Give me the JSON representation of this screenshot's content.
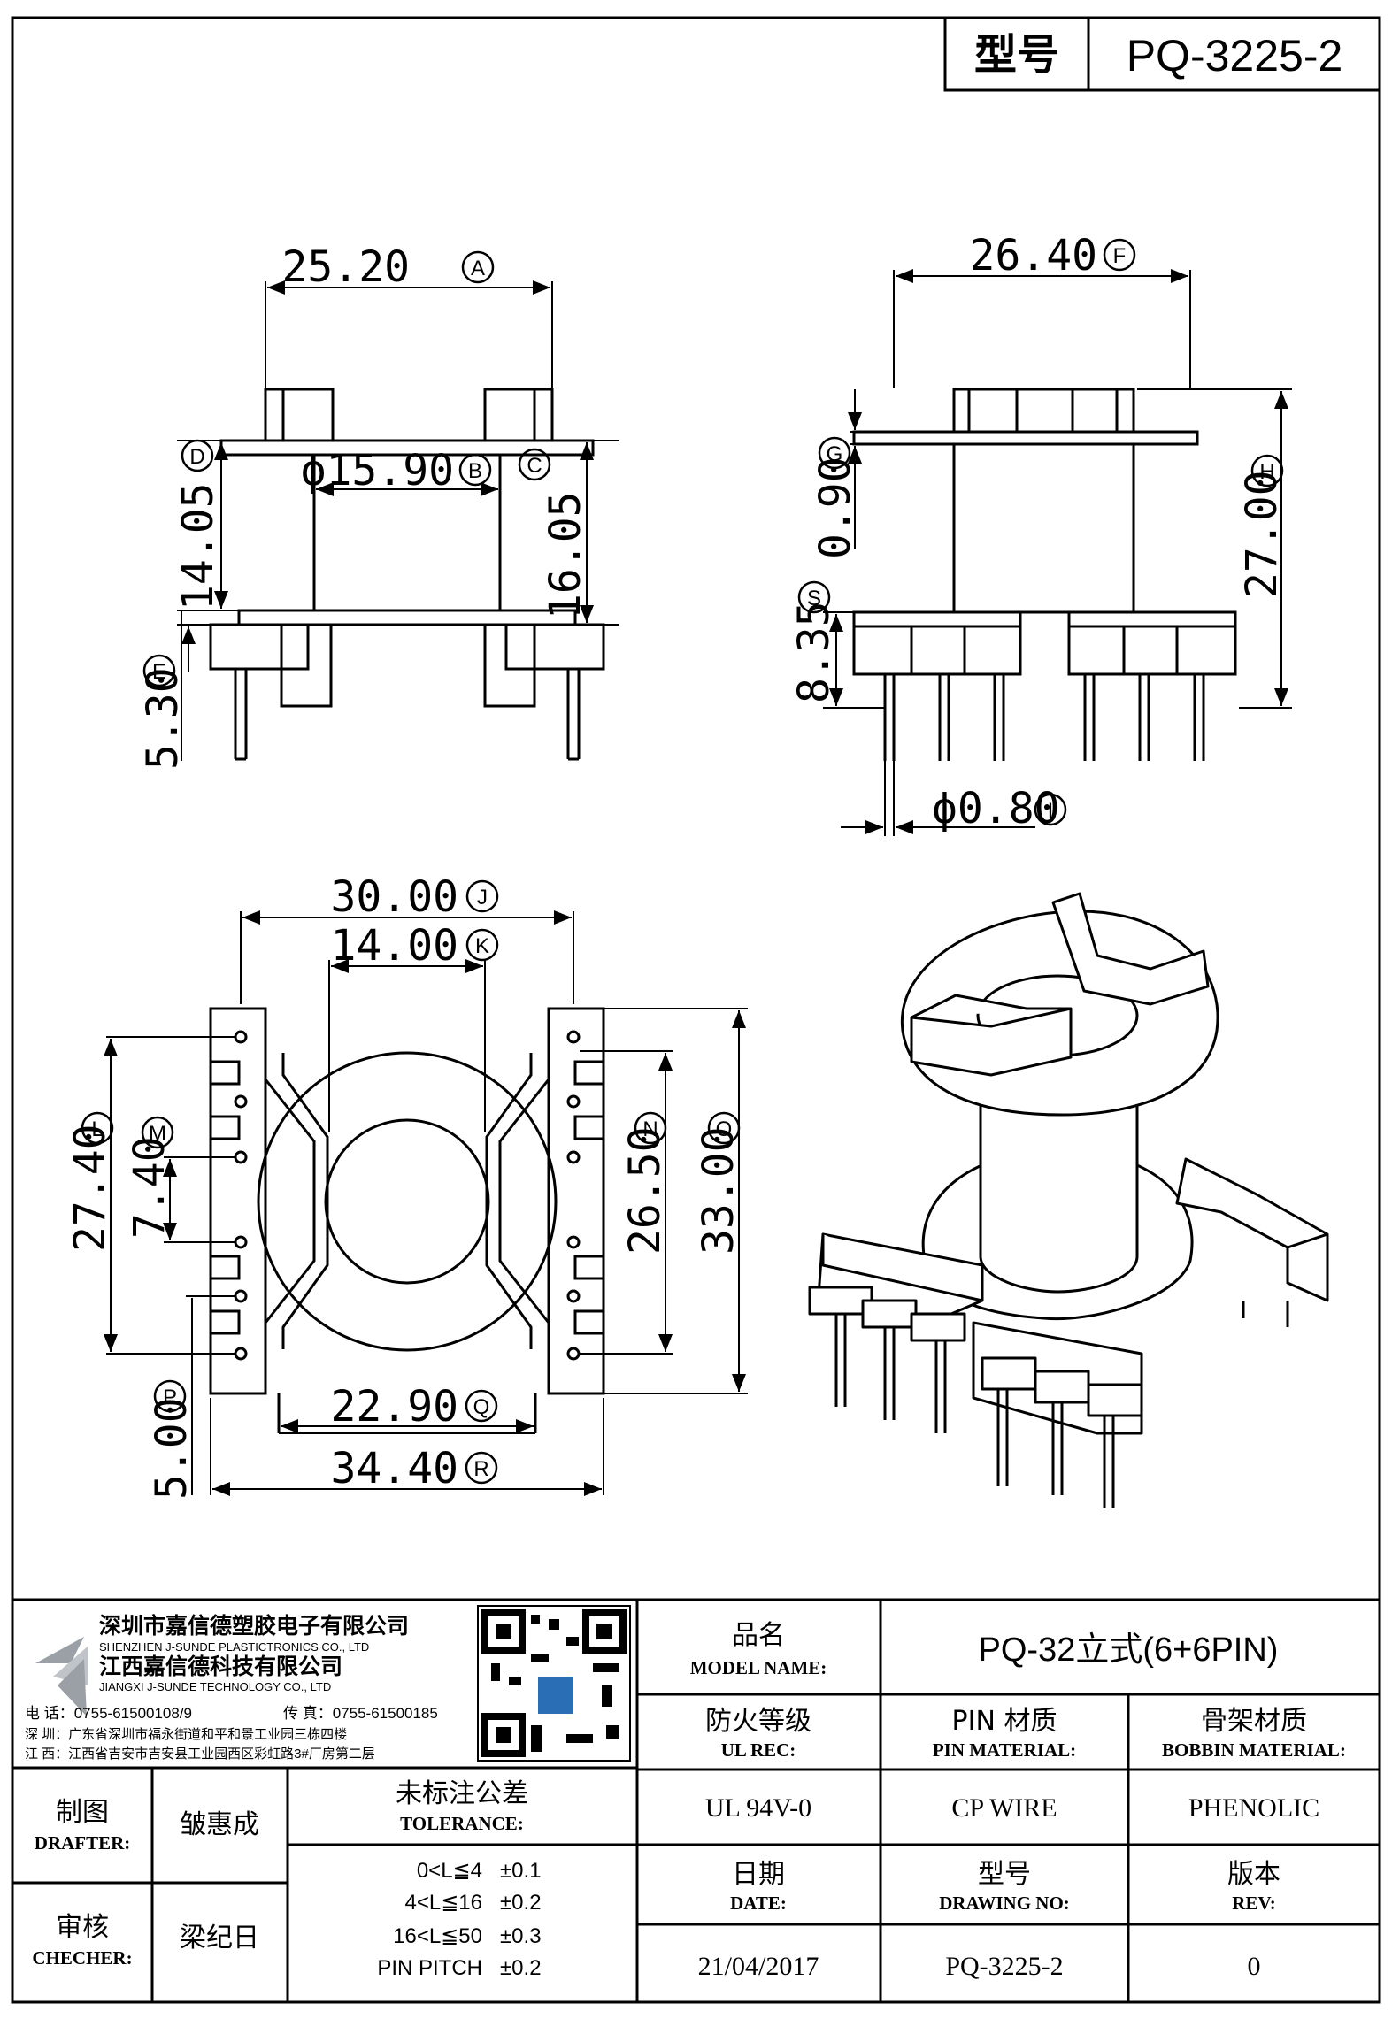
{
  "header": {
    "model_label": "型号",
    "model_value": "PQ-3225-2"
  },
  "dimensions": {
    "A": {
      "value": "25.20",
      "tag": "A"
    },
    "B": {
      "value": "ϕ15.90",
      "tag": "B"
    },
    "C": {
      "value": "16.05",
      "tag": "C"
    },
    "D": {
      "value": "14.05",
      "tag": "D"
    },
    "E": {
      "value": "5.30",
      "tag": "E"
    },
    "F": {
      "value": "26.40",
      "tag": "F"
    },
    "G": {
      "value": "0.90",
      "tag": "G"
    },
    "H": {
      "value": "27.00",
      "tag": "H"
    },
    "I": {
      "value": "ϕ0.80",
      "tag": "I"
    },
    "J": {
      "value": "30.00",
      "tag": "J"
    },
    "K": {
      "value": "14.00",
      "tag": "K"
    },
    "L": {
      "value": "27.40",
      "tag": "L"
    },
    "M": {
      "value": "7.40",
      "tag": "M"
    },
    "N": {
      "value": "26.50",
      "tag": "N"
    },
    "O": {
      "value": "33.00",
      "tag": "O"
    },
    "P": {
      "value": "5.00",
      "tag": "P"
    },
    "Q": {
      "value": "22.90",
      "tag": "Q"
    },
    "R": {
      "value": "34.40",
      "tag": "R"
    },
    "S": {
      "value": "8.35",
      "tag": "S"
    }
  },
  "company": {
    "name_sz": "深圳市嘉信德塑胶电子有限公司",
    "name_sz_en": "SHENZHEN J-SUNDE PLASTICTRONICS CO., LTD",
    "name_jx": "江西嘉信德科技有限公司",
    "name_jx_en": "JIANGXI J-SUNDE TECHNOLOGY CO., LTD",
    "tel": "电 话：0755-61500108/9",
    "fax": "传 真：0755-61500185",
    "addr_sz": "深 圳：广东省深圳市福永街道和平和景工业园三栋四楼",
    "addr_jx": "江 西：江西省吉安市吉安县工业园西区彩虹路3#厂房第二层"
  },
  "title_block": {
    "model_name_cn": "品名",
    "model_name_en": "MODEL NAME:",
    "model_name_value": "PQ-32立式(6+6PIN)",
    "ul_cn": "防火等级",
    "ul_en": "UL REC:",
    "ul_value": "UL 94V-0",
    "pin_cn": "PIN 材质",
    "pin_en": "PIN MATERIAL:",
    "pin_value": "CP WIRE",
    "bobbin_cn": "骨架材质",
    "bobbin_en": "BOBBIN MATERIAL:",
    "bobbin_value": "PHENOLIC",
    "drafter_cn": "制图",
    "drafter_en": "DRAFTER:",
    "drafter_value": "皱惠成",
    "checker_cn": "审核",
    "checker_en": "CHECHER:",
    "checker_value": "梁纪日",
    "tolerance_cn": "未标注公差",
    "tolerance_en": "TOLERANCE:",
    "tolerance_rows": [
      {
        "range": "0<L≦4",
        "tol": "±0.1"
      },
      {
        "range": "4<L≦16",
        "tol": "±0.2"
      },
      {
        "range": "16<L≦50",
        "tol": "±0.3"
      },
      {
        "range": "PIN PITCH",
        "tol": "±0.2"
      }
    ],
    "date_cn": "日期",
    "date_en": "DATE:",
    "date_value": "21/04/2017",
    "drawing_no_cn": "型号",
    "drawing_no_en": "DRAWING NO:",
    "drawing_no_value": "PQ-3225-2",
    "rev_cn": "版本",
    "rev_en": "REV:",
    "rev_value": "0"
  },
  "colors": {
    "line": "#000000",
    "logo_blue": "#2a6fb5",
    "logo_gray": "#9aa0a6"
  }
}
